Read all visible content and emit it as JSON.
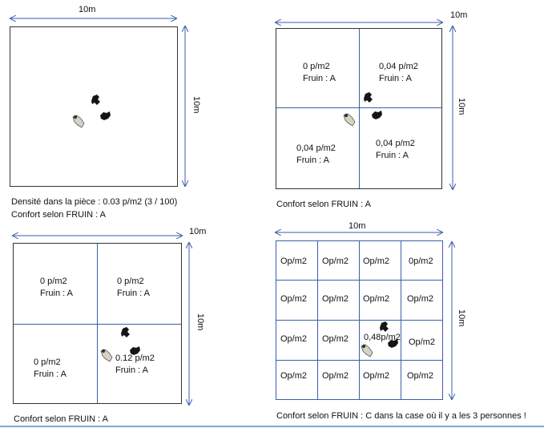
{
  "dimension_label_width": "10m",
  "dimension_label_height": "10m",
  "panel1": {
    "caption_line1": "Densité dans la pièce : 0.03 p/m2 (3 / 100)",
    "caption_line2": "Confort selon FRUIN : A"
  },
  "panel2": {
    "cells": [
      {
        "density": "0 p/m2",
        "fruin": "Fruin : A"
      },
      {
        "density": "0,04 p/m2",
        "fruin": "Fruin : A"
      },
      {
        "density": "0,04 p/m2",
        "fruin": "Fruin : A"
      },
      {
        "density": "0,04 p/m2",
        "fruin": "Fruin : A"
      }
    ],
    "caption": "Confort selon FRUIN : A"
  },
  "panel3": {
    "cells": [
      {
        "density": "0 p/m2",
        "fruin": "Fruin : A"
      },
      {
        "density": "0 p/m2",
        "fruin": "Fruin : A"
      },
      {
        "density": "0 p/m2",
        "fruin": "Fruin : A"
      },
      {
        "density": "0.12 p/m2",
        "fruin": "Fruin : A"
      }
    ],
    "caption": "Confort selon FRUIN : A"
  },
  "panel4": {
    "grid": [
      [
        "Op/m2",
        "Op/m2",
        "Op/m2",
        "0p/m2"
      ],
      [
        "Op/m2",
        "Op/m2",
        "Op/m2",
        "Op/m2"
      ],
      [
        "Op/m2",
        "Op/m2",
        "0,48p/m2",
        "Op/m2"
      ],
      [
        "Op/m2",
        "Op/m2",
        "Op/m2",
        "Op/m2"
      ]
    ],
    "caption": "Confort selon FRUIN : C dans la case où il y a les 3 personnes !"
  }
}
